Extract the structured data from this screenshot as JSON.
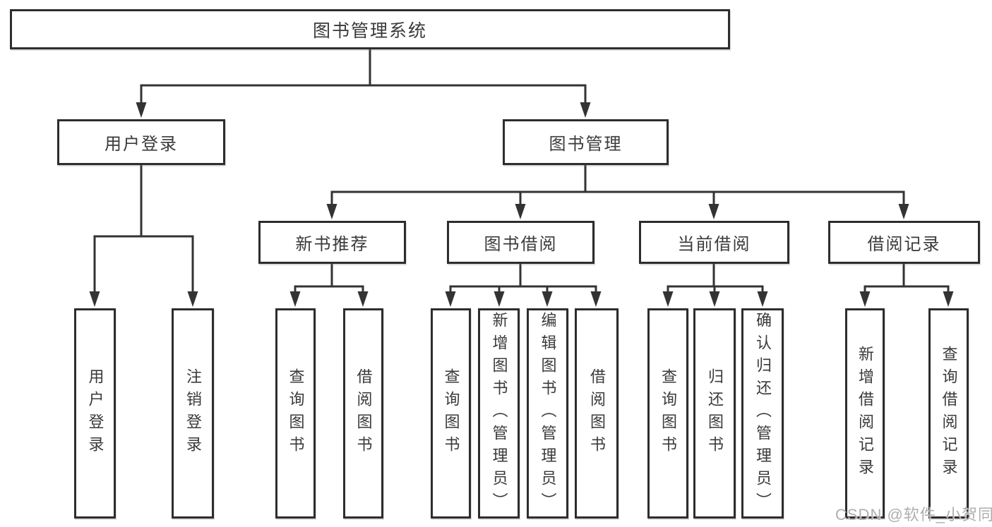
{
  "colors": {
    "line": "#333333",
    "box_border": "#2d2d2d",
    "text": "#3a3a3a",
    "watermark": "#aeaeae",
    "background": "#ffffff"
  },
  "diagram": {
    "root": {
      "label": "图书管理系统"
    },
    "branches": [
      {
        "label": "用户登录",
        "children": [
          {
            "label": "用户登录"
          },
          {
            "label": "注销登录"
          }
        ]
      },
      {
        "label": "图书管理",
        "children": [
          {
            "label": "新书推荐",
            "children": [
              {
                "label": "查询图书"
              },
              {
                "label": "借阅图书"
              }
            ]
          },
          {
            "label": "图书借阅",
            "children": [
              {
                "label": "查询图书"
              },
              {
                "label": "新增图书（管理员）"
              },
              {
                "label": "编辑图书（管理员）"
              },
              {
                "label": "借阅图书"
              }
            ]
          },
          {
            "label": "当前借阅",
            "children": [
              {
                "label": "查询图书"
              },
              {
                "label": "归还图书"
              },
              {
                "label": "确认归还（管理员）"
              }
            ]
          },
          {
            "label": "借阅记录",
            "children": [
              {
                "label": "新增借阅记录"
              },
              {
                "label": "查询借阅记录"
              }
            ]
          }
        ]
      }
    ]
  },
  "watermark": {
    "text": "CSDN @软件_小贺同学"
  }
}
